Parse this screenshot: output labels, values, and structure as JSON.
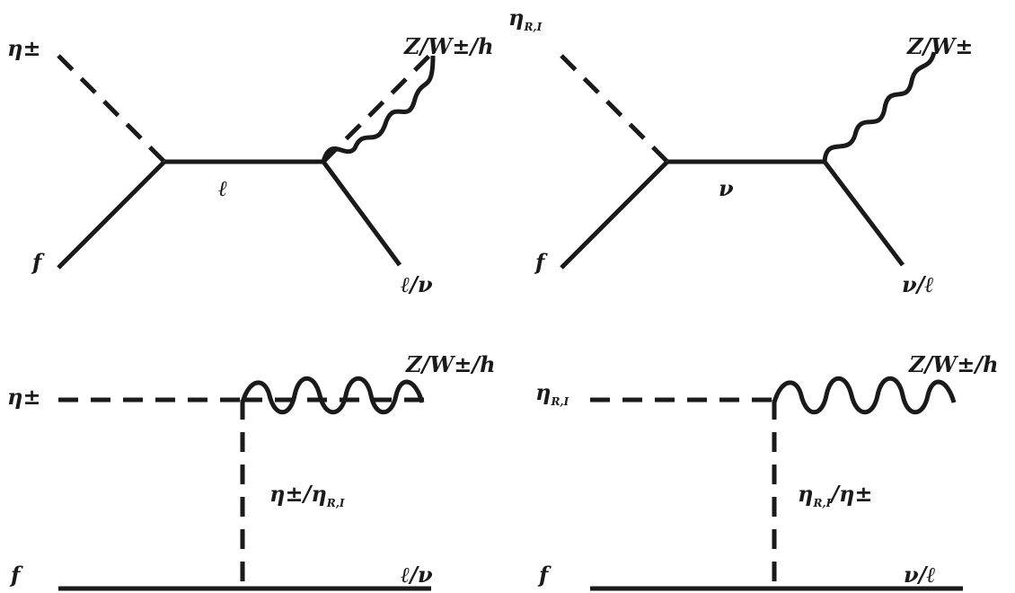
{
  "diagrams": [
    {
      "id": "top-left",
      "labels": {
        "in_scalar": "η±",
        "in_fermion": "f",
        "propagator": "ℓ",
        "out_boson": "Z/W±/h",
        "out_fermion": "ℓ/ν"
      }
    },
    {
      "id": "top-right",
      "labels": {
        "in_scalar": "η",
        "in_scalar_sub": "R,I",
        "in_fermion": "f",
        "propagator": "ν",
        "out_boson": "Z/W±",
        "out_fermion": "ν/ℓ"
      }
    },
    {
      "id": "bottom-left",
      "labels": {
        "in_scalar": "η±",
        "in_fermion": "f",
        "propagator_a": "η±/η",
        "propagator_sub": "R,I",
        "out_boson": "Z/W±/h",
        "out_fermion": "ℓ/ν"
      }
    },
    {
      "id": "bottom-right",
      "labels": {
        "in_scalar": "η",
        "in_scalar_sub": "R,I",
        "in_fermion": "f",
        "propagator_a": "η",
        "propagator_sub": "R,I",
        "propagator_b": "/η±",
        "out_boson": "Z/W±/h",
        "out_fermion": "ν/ℓ"
      }
    }
  ]
}
